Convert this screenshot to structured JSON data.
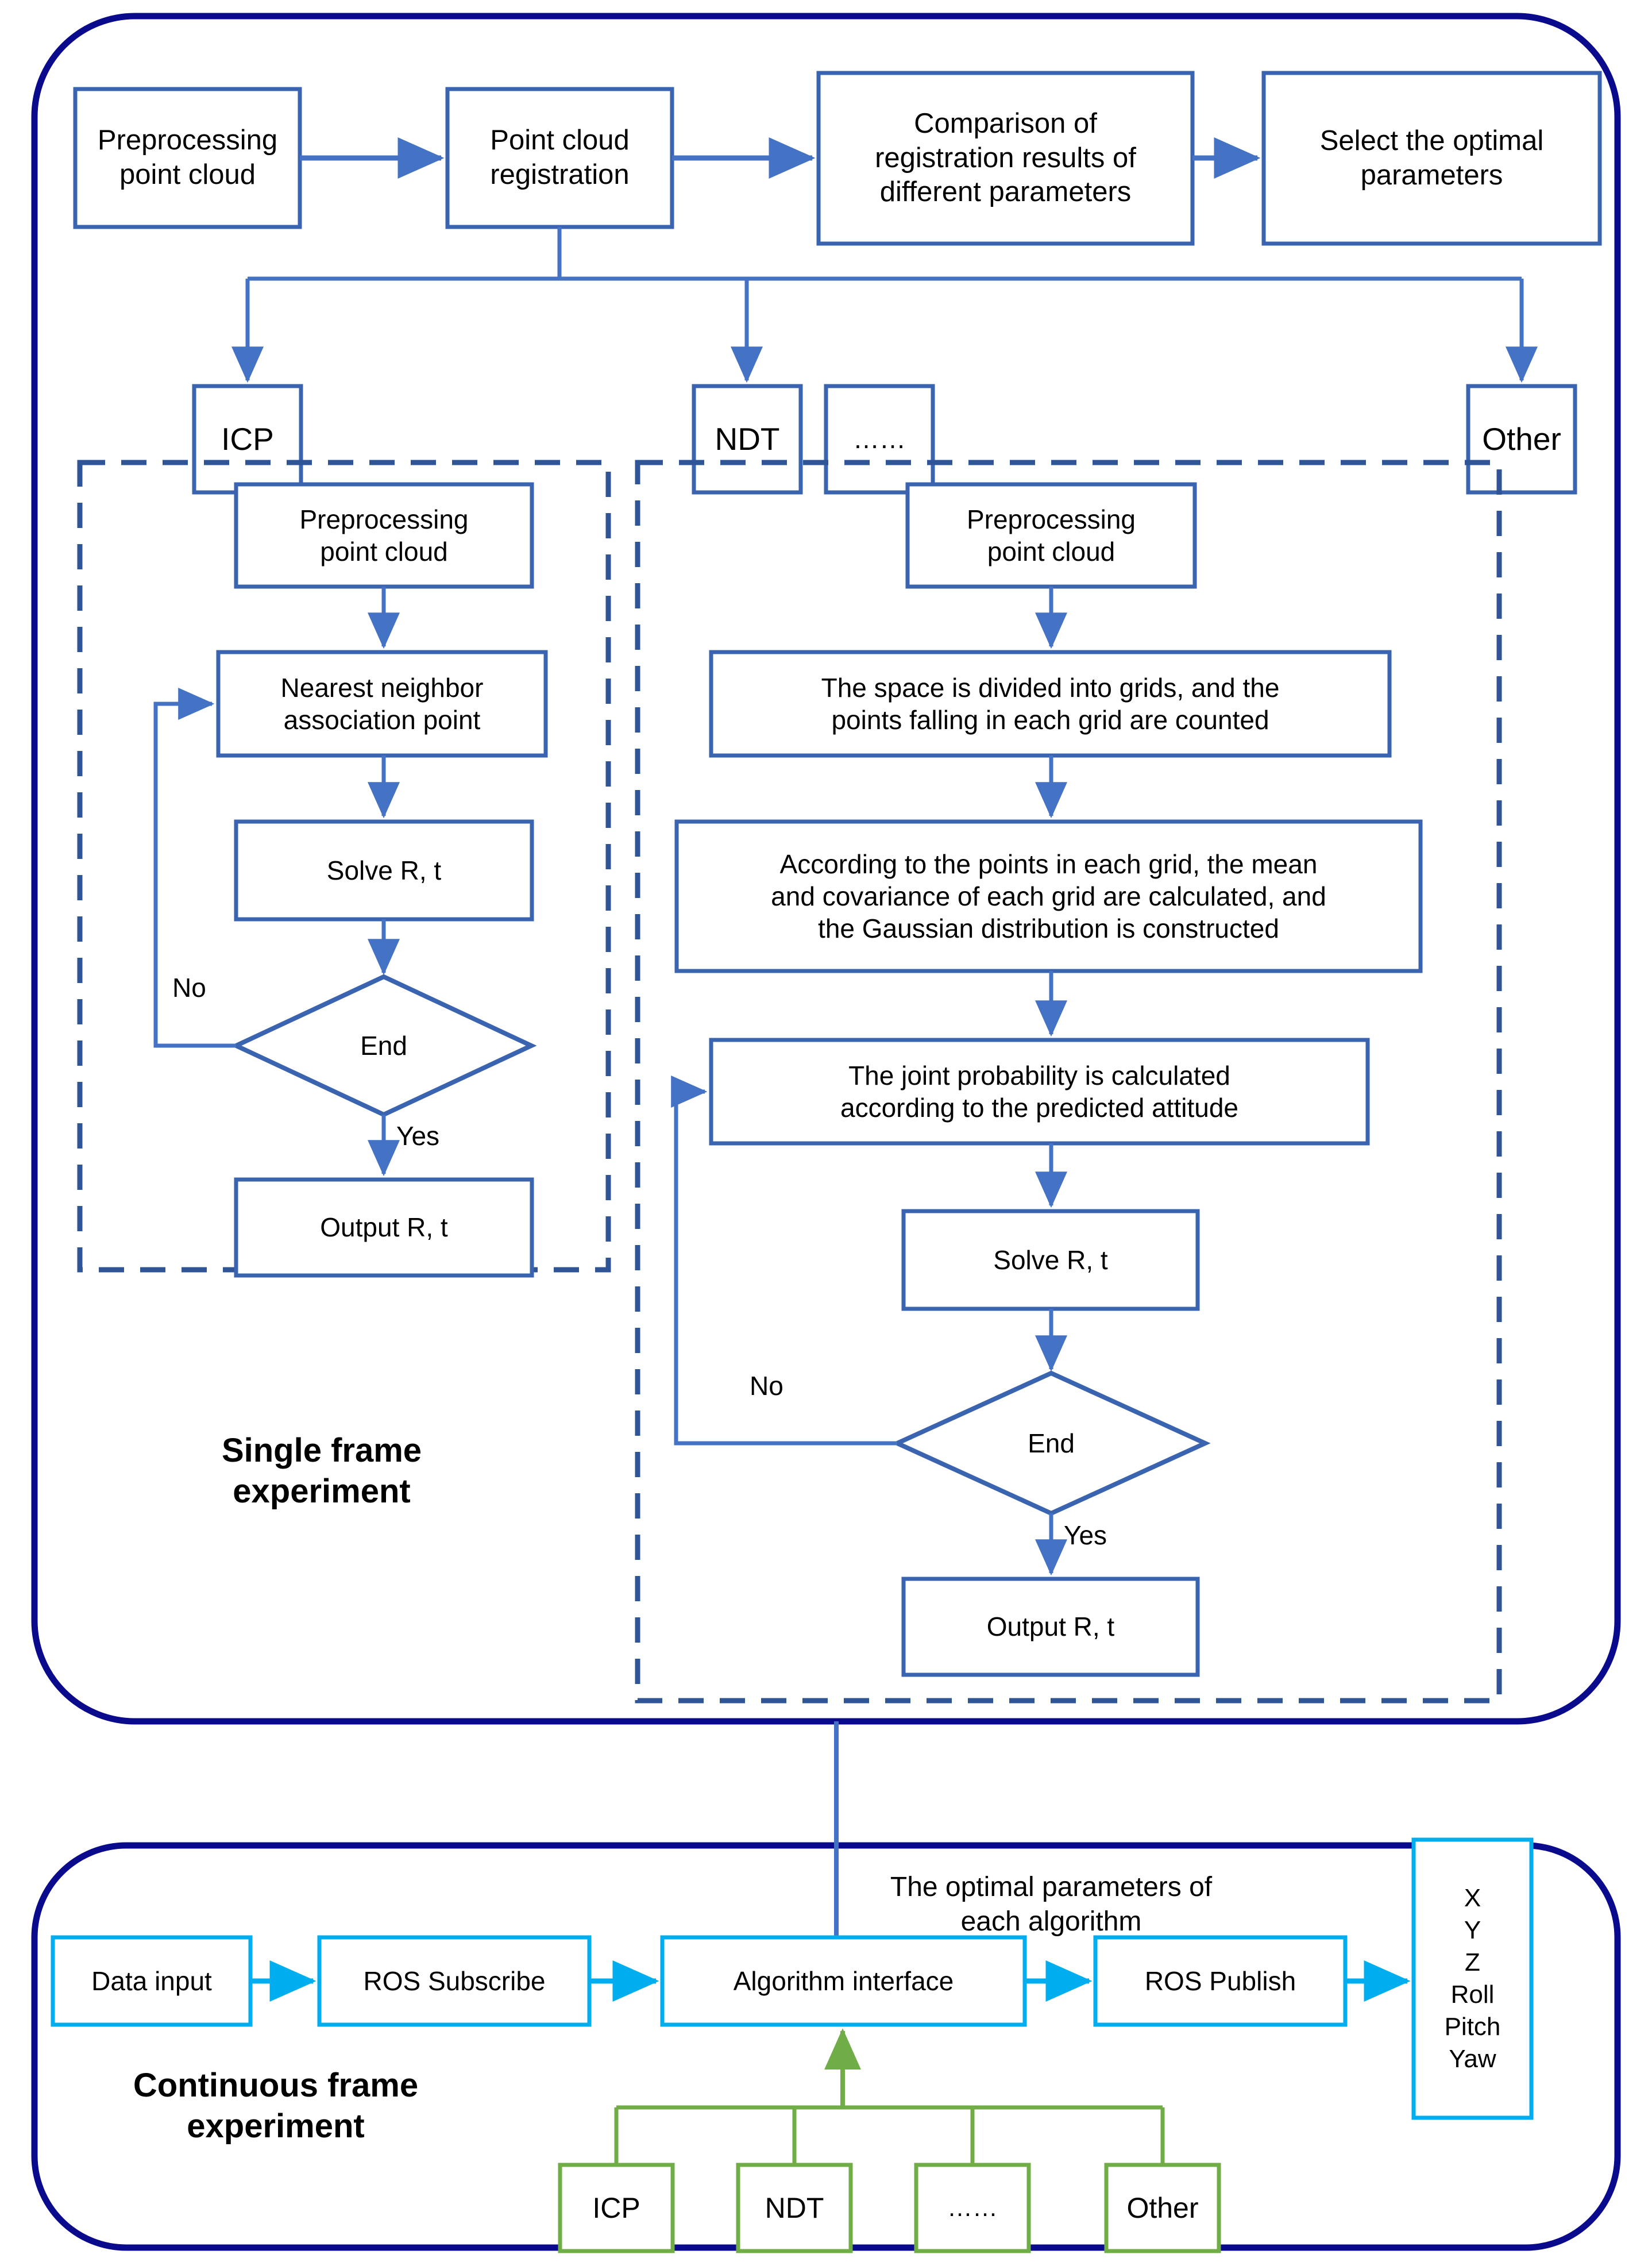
{
  "colors": {
    "outer_container_border": "#0A0A8C",
    "flow_box_border": "#3A64AF",
    "flow_arrow": "#4472C4",
    "dashed_group_border": "#2F5597",
    "cyan_box_border": "#00AEEF",
    "cyan_arrow": "#00AEEF",
    "green_box_border": "#70AD47",
    "green_arrow": "#70AD47",
    "text": "#000000",
    "background": "#FFFFFF"
  },
  "sections": {
    "single_frame": {
      "title": "Single frame\nexperiment",
      "title_line1": "Single frame",
      "title_line2": "experiment"
    },
    "continuous_frame": {
      "title_line1": "Continuous frame",
      "title_line2": "experiment"
    }
  },
  "top_flow": {
    "boxes": [
      {
        "id": "preprocessing-point-cloud",
        "label": "Preprocessing\npoint cloud"
      },
      {
        "id": "point-cloud-registration",
        "label": "Point cloud\nregistration"
      },
      {
        "id": "comparison-registration-results",
        "label": "Comparison of\nregistration results of\ndifferent parameters"
      },
      {
        "id": "select-optimal-parameters",
        "label": "Select the optimal\nparameters"
      }
    ]
  },
  "algorithm_row": {
    "boxes": [
      {
        "id": "icp",
        "label": "ICP"
      },
      {
        "id": "ndt",
        "label": "NDT"
      },
      {
        "id": "ellipsis",
        "label": "……"
      },
      {
        "id": "other",
        "label": "Other"
      }
    ]
  },
  "icp_branch": {
    "boxes": [
      {
        "id": "icp-preprocessing",
        "label": "Preprocessing\npoint cloud"
      },
      {
        "id": "nearest-neighbor-association",
        "label": "Nearest neighbor\nassociation point"
      },
      {
        "id": "icp-solve",
        "label": "Solve R, t"
      },
      {
        "id": "icp-output",
        "label": "Output R, t"
      }
    ],
    "decision": {
      "id": "icp-end",
      "label": "End"
    },
    "edge_labels": {
      "no": "No",
      "yes": "Yes"
    }
  },
  "ndt_branch": {
    "boxes": [
      {
        "id": "ndt-preprocessing",
        "label": "Preprocessing\npoint cloud"
      },
      {
        "id": "ndt-grid-division",
        "label": "The space is divided into grids, and the\npoints falling in each grid are counted"
      },
      {
        "id": "ndt-gaussian",
        "label": "According to the points in each grid, the mean\nand covariance of each grid are calculated, and\nthe Gaussian distribution is constructed"
      },
      {
        "id": "ndt-joint-probability",
        "label": "The joint probability is calculated\naccording to the predicted attitude"
      },
      {
        "id": "ndt-solve",
        "label": "Solve R, t"
      },
      {
        "id": "ndt-output",
        "label": "Output R, t"
      }
    ],
    "decision": {
      "id": "ndt-end",
      "label": "End"
    },
    "edge_labels": {
      "no": "No",
      "yes": "Yes"
    }
  },
  "bridge": {
    "label_line1": "The optimal parameters of",
    "label_line2": "each algorithm"
  },
  "bottom_flow": {
    "boxes": [
      {
        "id": "data-input",
        "label": "Data input"
      },
      {
        "id": "ros-subscribe",
        "label": "ROS Subscribe"
      },
      {
        "id": "algorithm-interface",
        "label": "Algorithm interface"
      },
      {
        "id": "ros-publish",
        "label": "ROS Publish"
      }
    ],
    "output_box": {
      "id": "pose-output",
      "items": [
        "X",
        "Y",
        "Z",
        "Roll",
        "Pitch",
        "Yaw"
      ]
    },
    "algorithms": [
      {
        "id": "bottom-icp",
        "label": "ICP"
      },
      {
        "id": "bottom-ndt",
        "label": "NDT"
      },
      {
        "id": "bottom-ellipsis",
        "label": "……"
      },
      {
        "id": "bottom-other",
        "label": "Other"
      }
    ]
  }
}
